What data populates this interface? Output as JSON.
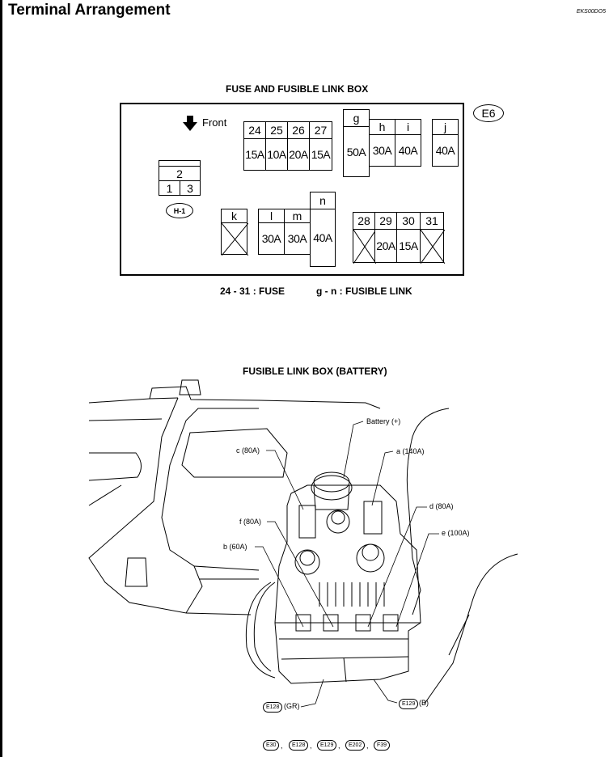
{
  "header": {
    "title": "Terminal Arrangement",
    "doc_code": "EKS00DO5"
  },
  "fuse_box": {
    "title": "FUSE AND FUSIBLE LINK BOX",
    "connector_tag": "E6",
    "front_label": "Front",
    "relay_connector": {
      "top": "2",
      "left": "1",
      "right": "3",
      "tag": "H-1"
    },
    "fuses_top": [
      {
        "no": "24",
        "amp": "15A"
      },
      {
        "no": "25",
        "amp": "10A"
      },
      {
        "no": "26",
        "amp": "20A"
      },
      {
        "no": "27",
        "amp": "15A"
      }
    ],
    "links_top": [
      {
        "id": "g",
        "amp": "50A"
      },
      {
        "id": "h",
        "amp": "30A"
      },
      {
        "id": "i",
        "amp": "40A"
      },
      {
        "id": "j",
        "amp": "40A"
      }
    ],
    "links_bottom": [
      {
        "id": "k",
        "amp": ""
      },
      {
        "id": "l",
        "amp": "30A"
      },
      {
        "id": "m",
        "amp": "30A"
      },
      {
        "id": "n",
        "amp": "40A"
      }
    ],
    "fuses_bottom": [
      {
        "no": "28",
        "amp": ""
      },
      {
        "no": "29",
        "amp": "20A"
      },
      {
        "no": "30",
        "amp": "15A"
      },
      {
        "no": "31",
        "amp": ""
      }
    ],
    "legend_fuse": "24 - 31 : FUSE",
    "legend_link": "g - n : FUSIBLE LINK"
  },
  "battery_box": {
    "title": "FUSIBLE LINK BOX (BATTERY)",
    "labels": {
      "battery": "Battery (+)",
      "a": "a (140A)",
      "c": "c (80A)",
      "d": "d (80A)",
      "e": "e (100A)",
      "f": "f (80A)",
      "b": "b (60A)"
    },
    "connectors": {
      "e128": "E128",
      "e128_color": "(GR)",
      "e129": "E129",
      "e129_color": "(B)"
    },
    "footer_connectors": [
      "E30",
      "E128",
      "E129",
      "E202",
      "F39"
    ]
  }
}
